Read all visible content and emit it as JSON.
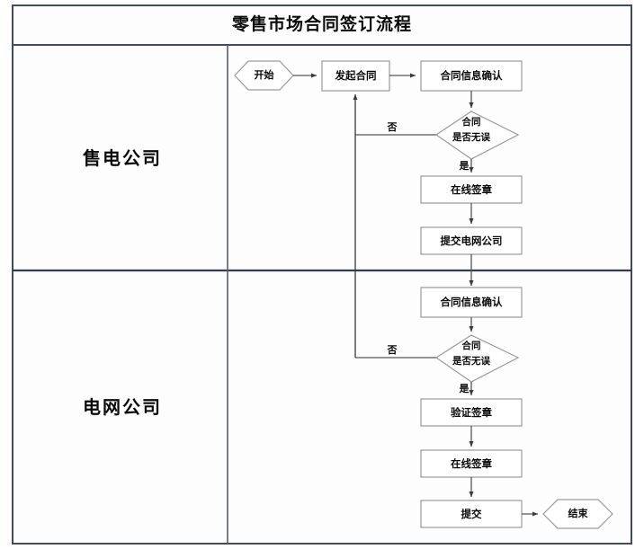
{
  "diagram": {
    "title": "零售市场合同签订流程",
    "type": "swimlane-flowchart",
    "colors": {
      "frame_border": "#3f4b5e",
      "lane_divider": "#2f3d52",
      "node_border": "#9a9a9a",
      "node_fill": "#ffffff",
      "connector": "#555555",
      "text": "#0a0a0a",
      "background": "#ffffff"
    }
  },
  "lanes": [
    {
      "id": "lane-retailer",
      "label": "售电公司"
    },
    {
      "id": "lane-grid",
      "label": "电网公司"
    }
  ],
  "nodes": {
    "start": {
      "label": "开始",
      "shape": "hexagon",
      "lane": "lane-retailer"
    },
    "initiate_contract": {
      "label": "发起合同",
      "shape": "rect",
      "lane": "lane-retailer"
    },
    "confirm_info_1": {
      "label": "合同信息确认",
      "shape": "rect",
      "lane": "lane-retailer"
    },
    "decision_1_line1": {
      "label": "合同",
      "shape": "diamond",
      "lane": "lane-retailer"
    },
    "decision_1_line2": {
      "label": "是否无误",
      "shape": "diamond",
      "lane": "lane-retailer"
    },
    "online_seal_1": {
      "label": "在线签章",
      "shape": "rect",
      "lane": "lane-retailer"
    },
    "submit_to_grid": {
      "label": "提交电网公司",
      "shape": "rect",
      "lane": "lane-retailer"
    },
    "confirm_info_2": {
      "label": "合同信息确认",
      "shape": "rect",
      "lane": "lane-grid"
    },
    "decision_2_line1": {
      "label": "合同",
      "shape": "diamond",
      "lane": "lane-grid"
    },
    "decision_2_line2": {
      "label": "是否无误",
      "shape": "diamond",
      "lane": "lane-grid"
    },
    "verify_seal": {
      "label": "验证签章",
      "shape": "rect",
      "lane": "lane-grid"
    },
    "online_seal_2": {
      "label": "在线签章",
      "shape": "rect",
      "lane": "lane-grid"
    },
    "submit": {
      "label": "提交",
      "shape": "rect",
      "lane": "lane-grid"
    },
    "end": {
      "label": "结束",
      "shape": "hexagon",
      "lane": "lane-grid"
    }
  },
  "edge_labels": {
    "decision_1_no": "否",
    "decision_1_yes": "是",
    "decision_2_no": "否",
    "decision_2_yes": "是"
  }
}
